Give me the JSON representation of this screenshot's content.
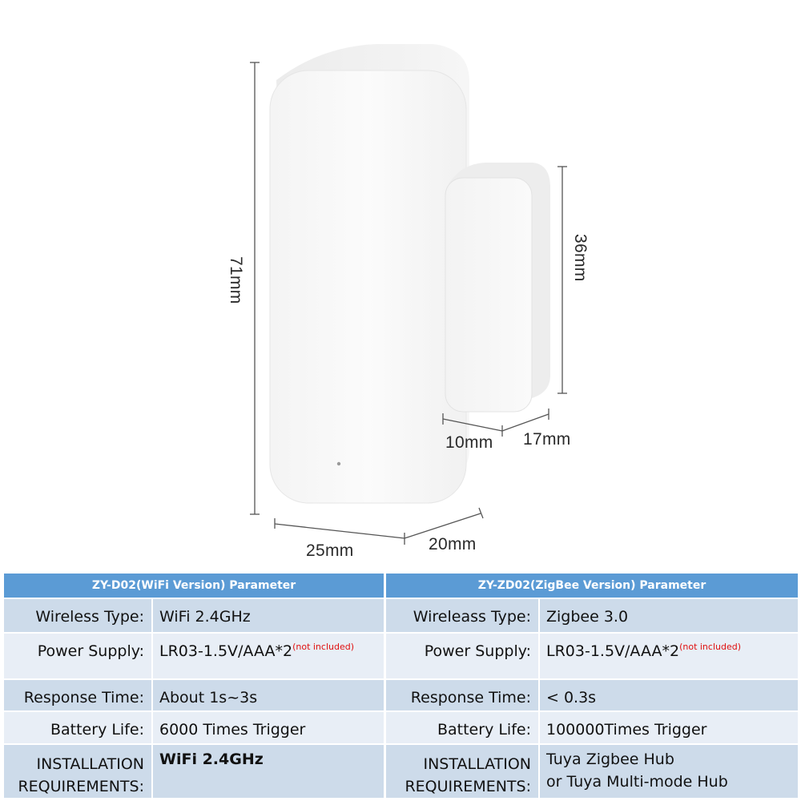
{
  "product_image": {
    "dimensions": {
      "height_main": "71mm",
      "height_magnet": "36mm",
      "width_main": "25mm",
      "depth_main": "20mm",
      "width_magnet": "10mm",
      "depth_magnet": "17mm"
    }
  },
  "wifi_table": {
    "title": "ZY-D02(WiFi Version) Parameter",
    "rows": [
      {
        "label": "Wireless Type:",
        "value": "WiFi 2.4GHz"
      },
      {
        "label": "Power Supply:",
        "value": "LR03-1.5V/AAA*2",
        "note": "(not included)"
      },
      {
        "label": "Response Time:",
        "value": "About 1s~3s"
      },
      {
        "label": "Battery Life:",
        "value": "6000 Times Trigger"
      },
      {
        "label_line1": "INSTALLATION",
        "label_line2": "REQUIREMENTS:",
        "value": "WiFi 2.4GHz"
      }
    ]
  },
  "zigbee_table": {
    "title": "ZY-ZD02(ZigBee Version) Parameter",
    "rows": [
      {
        "label": "Wireleass Type:",
        "value": "Zigbee 3.0"
      },
      {
        "label": "Power Supply:",
        "value": "LR03-1.5V/AAA*2",
        "note": "(not included)"
      },
      {
        "label": "Response Time:",
        "value": "< 0.3s"
      },
      {
        "label": "Battery Life:",
        "value": "100000Times Trigger"
      },
      {
        "label_line1": "INSTALLATION",
        "label_line2": "REQUIREMENTS:",
        "value_line1": "Tuya Zigbee Hub",
        "value_line2": "or Tuya Multi-mode Hub"
      }
    ]
  },
  "colors": {
    "header_blue": "#5b9bd5",
    "row_dark": "#cddbea",
    "row_light": "#e8eef6",
    "highlight_red": "#e21a1a"
  }
}
